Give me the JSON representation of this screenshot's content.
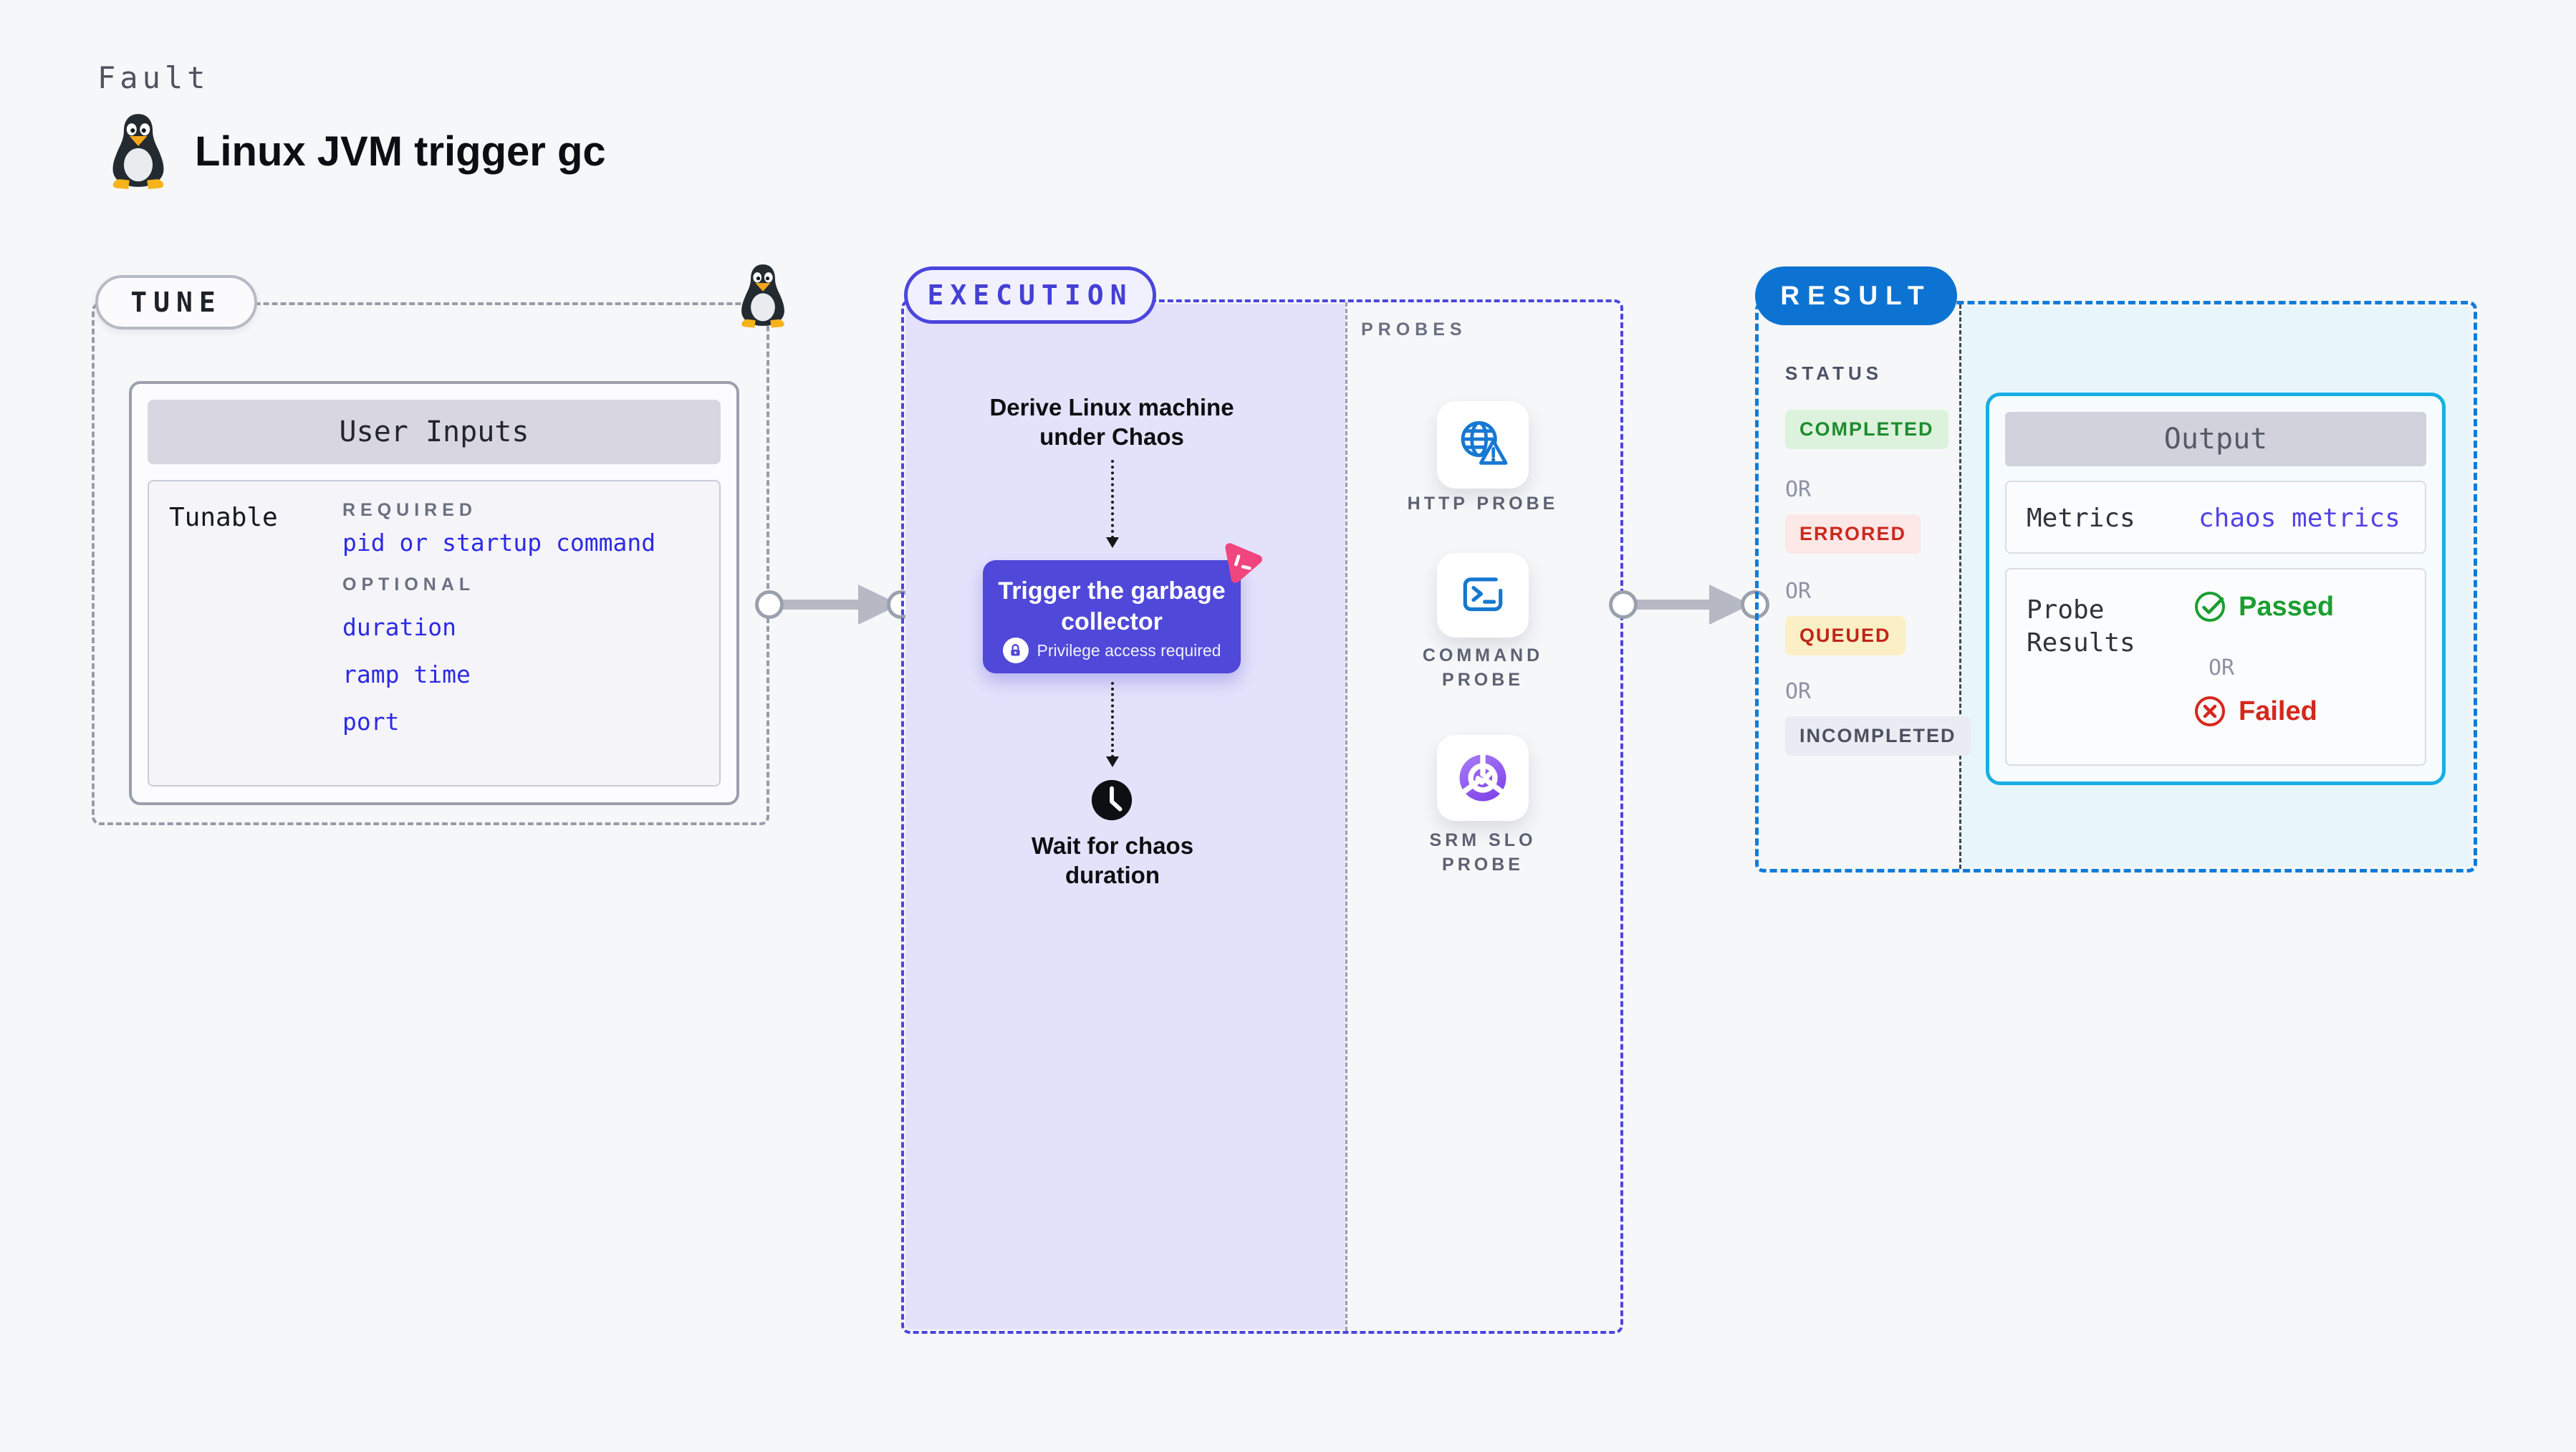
{
  "page": {
    "background": "#f6f7f9"
  },
  "header": {
    "eyebrow": "Fault",
    "title": "Linux JVM trigger gc",
    "icon": "tux-penguin-icon"
  },
  "tune": {
    "pill": "TUNE",
    "card_title": "User Inputs",
    "row_label": "Tunable",
    "required_heading": "REQUIRED",
    "required_items": [
      "pid or startup command"
    ],
    "optional_heading": "OPTIONAL",
    "optional_items": [
      "duration",
      "ramp time",
      "port"
    ],
    "link_color": "#2d2ae4"
  },
  "execution": {
    "pill": "EXECUTION",
    "step_derive": "Derive Linux machine under Chaos",
    "action_title": "Trigger the garbage collector",
    "action_note": "Privilege access required",
    "action_color": "#4f48d8",
    "step_wait": "Wait for chaos duration",
    "panel_color": "#e4e2fb",
    "accent": "#4b46dd"
  },
  "probes": {
    "heading": "PROBES",
    "items": [
      {
        "label": "HTTP PROBE",
        "icon": "globe-alert-icon"
      },
      {
        "label": "COMMAND PROBE",
        "icon": "terminal-icon"
      },
      {
        "label": "SRM SLO PROBE",
        "icon": "slo-chart-icon"
      }
    ],
    "icon_blue": "#1778d2",
    "icon_purple": "#8f5cf0"
  },
  "result": {
    "pill": "RESULT",
    "pill_color": "#0d73d2",
    "accent": "#0f7cd9",
    "panel_color": "#e8f5fb",
    "status": {
      "heading": "STATUS",
      "separator": "OR",
      "badges": [
        {
          "label": "COMPLETED",
          "color": "#1d8c2e",
          "background": "#dcf2dc"
        },
        {
          "label": "ERRORED",
          "color": "#cb291d",
          "background": "#fce8e7"
        },
        {
          "label": "QUEUED",
          "color": "#bf2518",
          "background": "#fbefc6"
        },
        {
          "label": "INCOMPLETED",
          "color": "#4c5160",
          "background": "#ebebf3"
        }
      ]
    },
    "output": {
      "title": "Output",
      "metrics_label": "Metrics",
      "metrics_value": "chaos metrics",
      "probe_results_label": "Probe Results",
      "passed": "Passed",
      "separator": "OR",
      "failed": "Failed",
      "passed_color": "#1b9e31",
      "failed_color": "#d6271c",
      "border": "#17aee3"
    }
  }
}
